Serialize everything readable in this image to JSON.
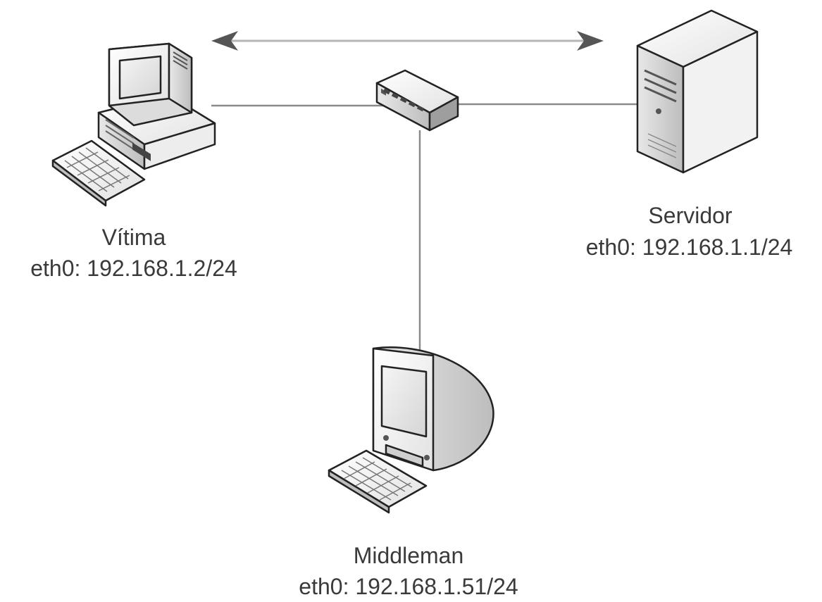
{
  "nodes": {
    "vitima": {
      "name": "Vítima",
      "ip": "eth0: 192.168.1.2/24"
    },
    "servidor": {
      "name": "Servidor",
      "ip": "eth0: 192.168.1.1/24"
    },
    "middleman": {
      "name": "Middleman",
      "ip": "eth0: 192.168.1.51/24"
    }
  },
  "icons": {
    "vitima": "desktop-computer-icon",
    "servidor": "server-tower-icon",
    "middleman": "crt-monitor-computer-icon",
    "hub": "network-switch-icon"
  },
  "colors": {
    "line": "#8a8a8a",
    "arrow": "#555555",
    "icon_stroke": "#222222",
    "text": "#3a3a3a"
  }
}
